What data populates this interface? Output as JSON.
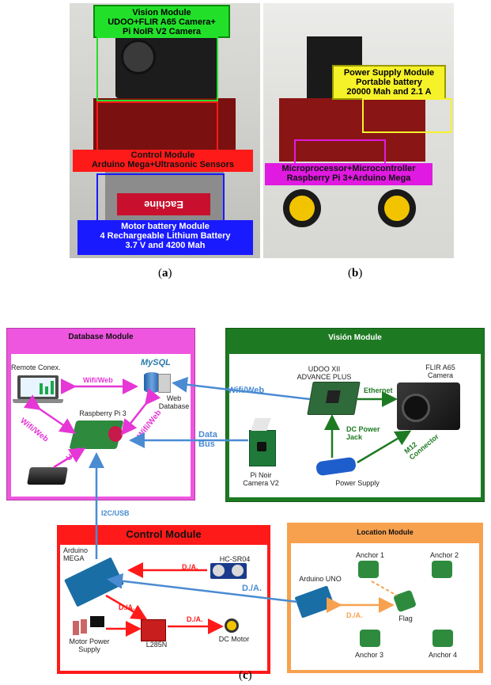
{
  "photo_a": {
    "vision": "Vision Module\nUDOO+FLIR A65 Camera+\nPi NoIR V2 Camera",
    "control": "Control Module\nArduino Mega+Ultrasonic Sensors",
    "battery": "Motor battery Module\n4 Rechargeable Lithium Battery\n3.7 V and 4200 Mah",
    "eachine": "Eachine"
  },
  "photo_b": {
    "power": "Power Supply Module\nPortable battery\n20000 Mah and 2.1 A",
    "micro": "Microprocessor+Microcontroller\nRaspberry Pi 3+Arduino Mega"
  },
  "captions": {
    "a": "a",
    "b": "b",
    "c": "c"
  },
  "database": {
    "title": "Database Module",
    "remote": "Remote Conex.",
    "wifi_top": "Wifi/Web",
    "wifi_left": "Wifi/Web",
    "wifi_right": "Wifi/Web",
    "usb": "USB",
    "rpi": "Raspberry Pi 3",
    "web_db": "Web\nDatabase",
    "mysql": "MySQL"
  },
  "vision": {
    "title": "Visión Module",
    "udoo": "UDOO XII\nADVANCE PLUS",
    "flir": "FLIR A65\nCamera",
    "ethernet": "Ethernet",
    "dc_jack": "DC Power\nJack",
    "m12": "M12\nConnector",
    "pinoir": "Pi Noir\nCamera V2",
    "power_supply": "Power Supply"
  },
  "links": {
    "wifi_web": "Wifi/Web",
    "data_bus": "Data\nBus",
    "i2c": "I2C/USB",
    "da_long": "D./A."
  },
  "control": {
    "title": "Control Module",
    "mega": "Arduino\nMEGA",
    "hcsr": "HC-SR04",
    "da1": "D./A.",
    "da2": "D./A.",
    "da3": "D./A.",
    "motor_ps": "Motor Power\nSupply",
    "l298": "L285N",
    "dc_motor": "DC Motor"
  },
  "location": {
    "title": "Location Module",
    "uno": "Arduino UNO",
    "anchor1": "Anchor 1",
    "anchor2": "Anchor 2",
    "anchor3": "Anchor 3",
    "anchor4": "Anchor 4",
    "flag": "Flag",
    "da": "D./A."
  }
}
